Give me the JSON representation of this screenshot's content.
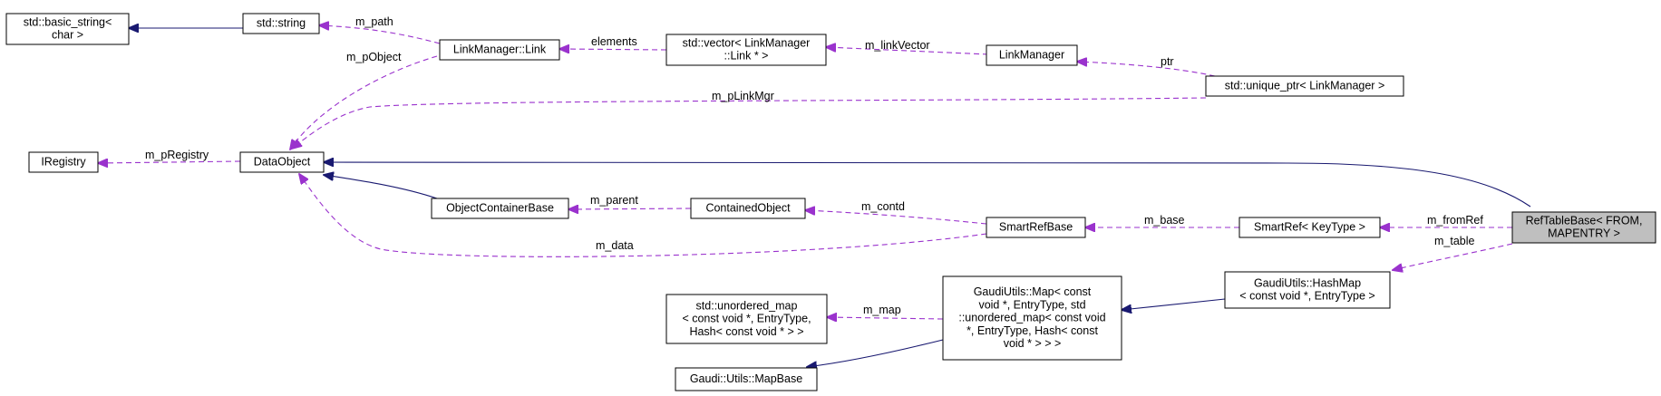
{
  "nodes": {
    "basic_string": [
      "std::basic_string<",
      "char >"
    ],
    "std_string": [
      "std::string"
    ],
    "link": [
      "LinkManager::Link"
    ],
    "vector": [
      "std::vector< LinkManager",
      "::Link * >"
    ],
    "linkmanager": [
      "LinkManager"
    ],
    "unique_ptr": [
      "std::unique_ptr< LinkManager >"
    ],
    "iregistry": [
      "IRegistry"
    ],
    "dataobject": [
      "DataObject"
    ],
    "ocb": [
      "ObjectContainerBase"
    ],
    "contained": [
      "ContainedObject"
    ],
    "smartrefbase": [
      "SmartRefBase"
    ],
    "smartref": [
      "SmartRef< KeyType >"
    ],
    "reftablebase": [
      "RefTableBase< FROM,",
      "MAPENTRY >"
    ],
    "hashmap": [
      "GaudiUtils::HashMap",
      "< const void *, EntryType >"
    ],
    "gmap": [
      "GaudiUtils::Map< const",
      "void *, EntryType, std",
      "::unordered_map< const void",
      "*, EntryType, Hash< const",
      "void * > > >"
    ],
    "unordered": [
      "std::unordered_map",
      "< const void *, EntryType,",
      "Hash< const void * > >"
    ],
    "mapbase": [
      "Gaudi::Utils::MapBase"
    ]
  },
  "edge_labels": {
    "m_path": "m_path",
    "m_pObject": "m_pObject",
    "elements": "elements",
    "m_linkVector": "m_linkVector",
    "ptr": "ptr",
    "m_pLinkMgr": "m_pLinkMgr",
    "m_pRegistry": "m_pRegistry",
    "m_parent": "m_parent",
    "m_contd": "m_contd",
    "m_base": "m_base",
    "m_fromRef": "m_fromRef",
    "m_data": "m_data",
    "m_table": "m_table",
    "m_map": "m_map"
  },
  "colors": {
    "inheritance": "#191970",
    "usage": "#9a32cd",
    "highlight_fill": "#bfbfbf"
  }
}
